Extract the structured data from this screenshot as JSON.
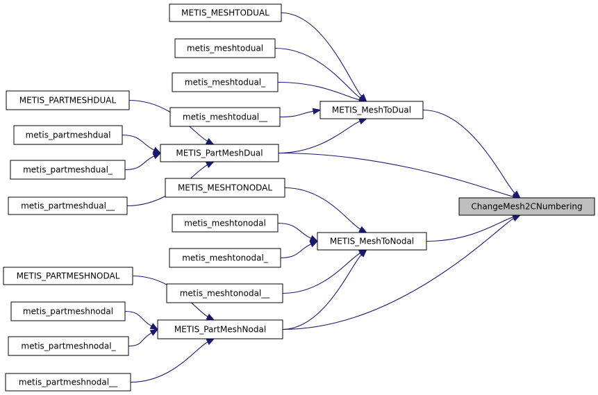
{
  "graph": {
    "nodes": {
      "change_mesh2c": "ChangeMesh2CNumbering",
      "metis_meshtodual_cap": "METIS_MeshToDual",
      "metis_partmeshdual_cap": "METIS_PartMeshDual",
      "metis_meshtonodal_cap": "METIS_MeshToNodal",
      "metis_partmeshnodal_cap": "METIS_PartMeshNodal",
      "meshtodual_upper": "METIS_MESHTODUAL",
      "meshtodual_lower": "metis_meshtodual",
      "meshtodual_u1": "metis_meshtodual_",
      "meshtodual_u2": "metis_meshtodual__",
      "partmeshdual_upper": "METIS_PARTMESHDUAL",
      "partmeshdual_lower": "metis_partmeshdual",
      "partmeshdual_u1": "metis_partmeshdual_",
      "partmeshdual_u2": "metis_partmeshdual__",
      "meshtonodal_upper": "METIS_MESHTONODAL",
      "meshtonodal_lower": "metis_meshtonodal",
      "meshtonodal_u1": "metis_meshtonodal_",
      "meshtonodal_u2": "metis_meshtonodal__",
      "partmeshnodal_upper": "METIS_PARTMESHNODAL",
      "partmeshnodal_lower": "metis_partmeshnodal",
      "partmeshnodal_u1": "metis_partmeshnodal_",
      "partmeshnodal_u2": "metis_partmeshnodal__"
    },
    "edges": [
      [
        "meshtodual_upper",
        "metis_meshtodual_cap"
      ],
      [
        "meshtodual_lower",
        "metis_meshtodual_cap"
      ],
      [
        "meshtodual_u1",
        "metis_meshtodual_cap"
      ],
      [
        "meshtodual_u2",
        "metis_meshtodual_cap"
      ],
      [
        "metis_partmeshdual_cap",
        "metis_meshtodual_cap"
      ],
      [
        "partmeshdual_upper",
        "metis_partmeshdual_cap"
      ],
      [
        "partmeshdual_lower",
        "metis_partmeshdual_cap"
      ],
      [
        "partmeshdual_u1",
        "metis_partmeshdual_cap"
      ],
      [
        "partmeshdual_u2",
        "metis_partmeshdual_cap"
      ],
      [
        "metis_meshtodual_cap",
        "change_mesh2c"
      ],
      [
        "metis_partmeshdual_cap",
        "change_mesh2c"
      ],
      [
        "metis_meshtonodal_cap",
        "change_mesh2c"
      ],
      [
        "metis_partmeshnodal_cap",
        "change_mesh2c"
      ],
      [
        "meshtonodal_upper",
        "metis_meshtonodal_cap"
      ],
      [
        "meshtonodal_lower",
        "metis_meshtonodal_cap"
      ],
      [
        "meshtonodal_u1",
        "metis_meshtonodal_cap"
      ],
      [
        "meshtonodal_u2",
        "metis_meshtonodal_cap"
      ],
      [
        "metis_partmeshnodal_cap",
        "metis_meshtonodal_cap"
      ],
      [
        "partmeshnodal_upper",
        "metis_partmeshnodal_cap"
      ],
      [
        "partmeshnodal_lower",
        "metis_partmeshnodal_cap"
      ],
      [
        "partmeshnodal_u1",
        "metis_partmeshnodal_cap"
      ],
      [
        "partmeshnodal_u2",
        "metis_partmeshnodal_cap"
      ]
    ],
    "colors": {
      "edge": "#191970",
      "focus_fill": "#bfbfbf",
      "node_border": "#000000"
    }
  }
}
